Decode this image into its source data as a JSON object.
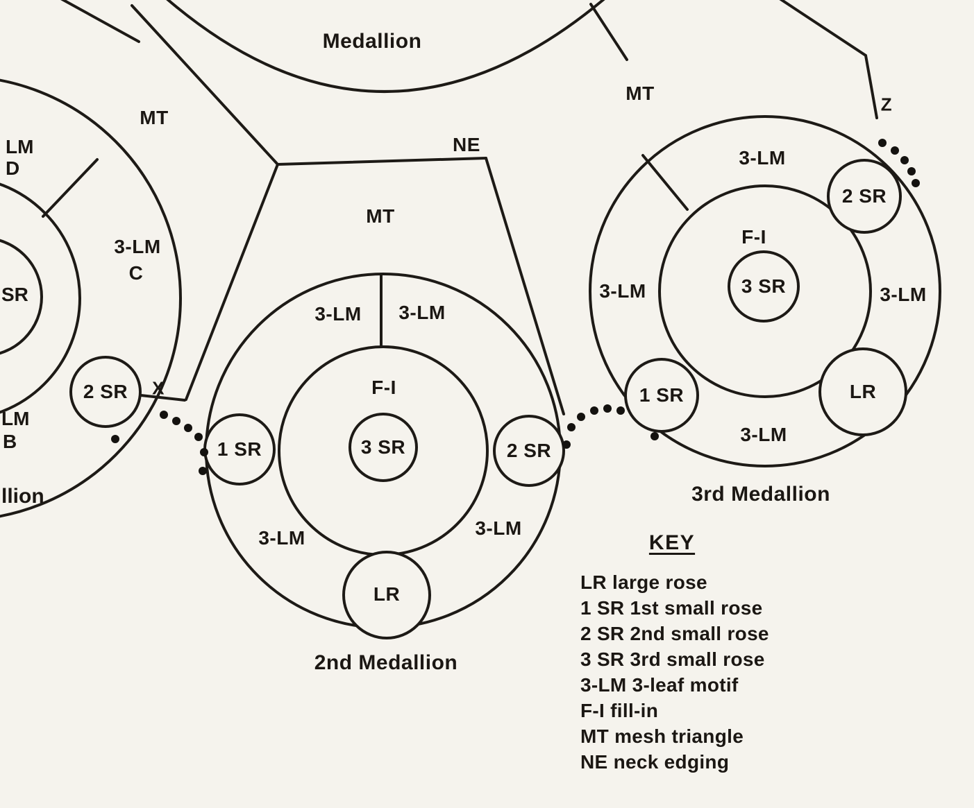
{
  "colors": {
    "background": "#f5f3ed",
    "ink": "#1d1a16"
  },
  "labels": {
    "top_medallion": "Medallion",
    "mt_left": "MT",
    "mt_center": "MT",
    "mt_right": "MT",
    "ne": "NE",
    "z": "Z",
    "x": "X"
  },
  "first_medallion": {
    "lm_d_abbr": "LM",
    "lm_d_letter": "D",
    "lm_c_abbr": "3-LM",
    "lm_c_letter": "C",
    "sr_center": "SR",
    "sr_2": "2 SR",
    "lm_b_abbr": "LM",
    "lm_b_letter": "B",
    "caption_fragment": "llion"
  },
  "second_medallion": {
    "lm_top_left": "3-LM",
    "lm_top_right": "3-LM",
    "fill_in": "F-I",
    "sr_3": "3 SR",
    "sr_1": "1 SR",
    "sr_2": "2 SR",
    "lm_bottom_left": "3-LM",
    "lm_bottom_right": "3-LM",
    "large_rose": "LR",
    "caption": "2nd Medallion"
  },
  "third_medallion": {
    "lm_top": "3-LM",
    "fill_in": "F-I",
    "sr_3": "3 SR",
    "lm_left": "3-LM",
    "lm_right": "3-LM",
    "lm_bottom": "3-LM",
    "sr_2": "2 SR",
    "sr_1": "1 SR",
    "large_rose": "LR",
    "caption": "3rd Medallion"
  },
  "key": {
    "title": "KEY",
    "items": [
      "LR large rose",
      "1 SR 1st small rose",
      "2 SR 2nd small rose",
      "3 SR 3rd small rose",
      "3-LM 3-leaf motif",
      "F-I fill-in",
      "MT mesh triangle",
      "NE neck edging"
    ]
  }
}
